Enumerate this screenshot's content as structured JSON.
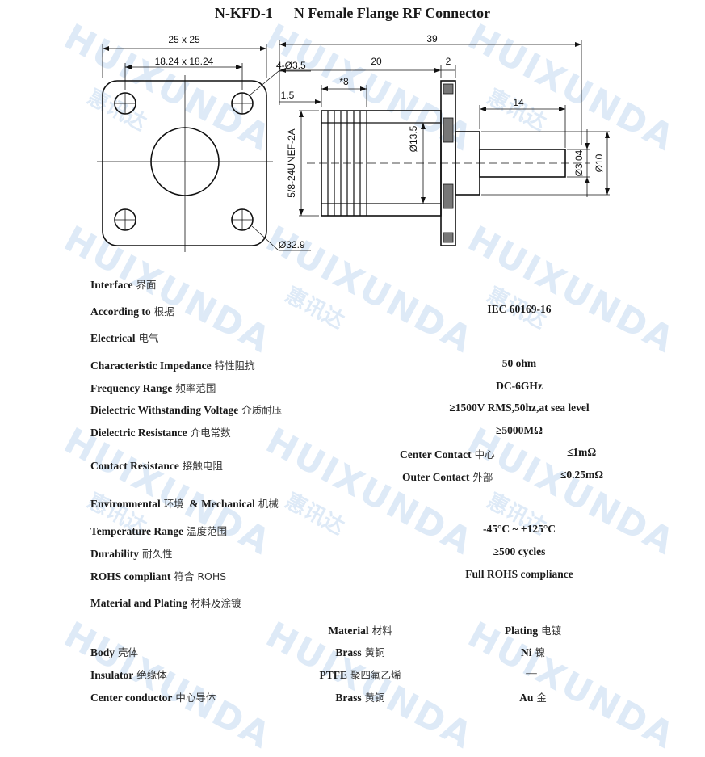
{
  "title": {
    "model": "N-KFD-1",
    "name": "N Female Flange RF Connector"
  },
  "watermark": {
    "latin": "HUIXUNDA",
    "chinese": "惠讯达"
  },
  "dimensions": {
    "flange_outer": "25 x 25",
    "hole_spacing": "18.24 x 18.24",
    "holes": "4-Ø3.5",
    "flange_dia": "Ø32.9",
    "overall": "39",
    "body_len": "20",
    "flange_thick": "2",
    "thread_len": "*8",
    "front_step": "1.5",
    "thread": "5/8-24UNEF-2A",
    "inner_dia": "Ø13.5",
    "pin_len": "14",
    "pin_dia": "Ø3.04",
    "rear_dia": "Ø10"
  },
  "specs": {
    "interface": {
      "en": "Interface",
      "cn": "界面"
    },
    "according_to": {
      "en": "According to",
      "cn": "根据",
      "value": "IEC 60169-16"
    },
    "electrical": {
      "en": "Electrical",
      "cn": "电气"
    },
    "impedance": {
      "en": "Characteristic Impedance",
      "cn": "特性阻抗",
      "value": "50 ohm"
    },
    "frequency": {
      "en": "Frequency Range",
      "cn": "频率范围",
      "value": "DC-6GHz"
    },
    "withstanding": {
      "en": "Dielectric Withstanding Voltage",
      "cn": "介质耐压",
      "value": "≥1500V RMS,50hz,at sea level"
    },
    "resistance": {
      "en": "Dielectric Resistance",
      "cn": "介电常数",
      "value": "≥5000MΩ"
    },
    "contact": {
      "en": "Contact Resistance",
      "cn": "接触电阻",
      "center_en": "Center Contact",
      "center_cn": "中心",
      "center_value": "≤1mΩ",
      "outer_en": "Outer Contact",
      "outer_cn": "外部",
      "outer_value": "≤0.25mΩ"
    },
    "environmental": {
      "en": "Environmental",
      "cn": "环境",
      "en2": "& Mechanical",
      "cn2": "机械"
    },
    "temperature": {
      "en": "Temperature Range",
      "cn": "温度范围",
      "value": "-45°C ~ +125°C"
    },
    "durability": {
      "en": "Durability",
      "cn": "耐久性",
      "value": "≥500 cycles"
    },
    "rohs": {
      "en": "ROHS compliant",
      "cn": "符合 ROHS",
      "value": "Full ROHS compliance"
    },
    "material_plating": {
      "en": "Material and Plating",
      "cn": "材料及涂镀"
    }
  },
  "materials": {
    "col_material_en": "Material",
    "col_material_cn": "材料",
    "col_plating_en": "Plating",
    "col_plating_cn": "电镀",
    "rows": [
      {
        "part_en": "Body",
        "part_cn": "壳体",
        "mat_en": "Brass",
        "mat_cn": "黄铜",
        "plate_en": "Ni",
        "plate_cn": "镍"
      },
      {
        "part_en": "Insulator",
        "part_cn": "绝缘体",
        "mat_en": "PTFE",
        "mat_cn": "聚四氟乙烯",
        "plate_en": "—",
        "plate_cn": ""
      },
      {
        "part_en": "Center conductor",
        "part_cn": "中心导体",
        "mat_en": "Brass",
        "mat_cn": "黄铜",
        "plate_en": "Au",
        "plate_cn": "金"
      }
    ]
  }
}
